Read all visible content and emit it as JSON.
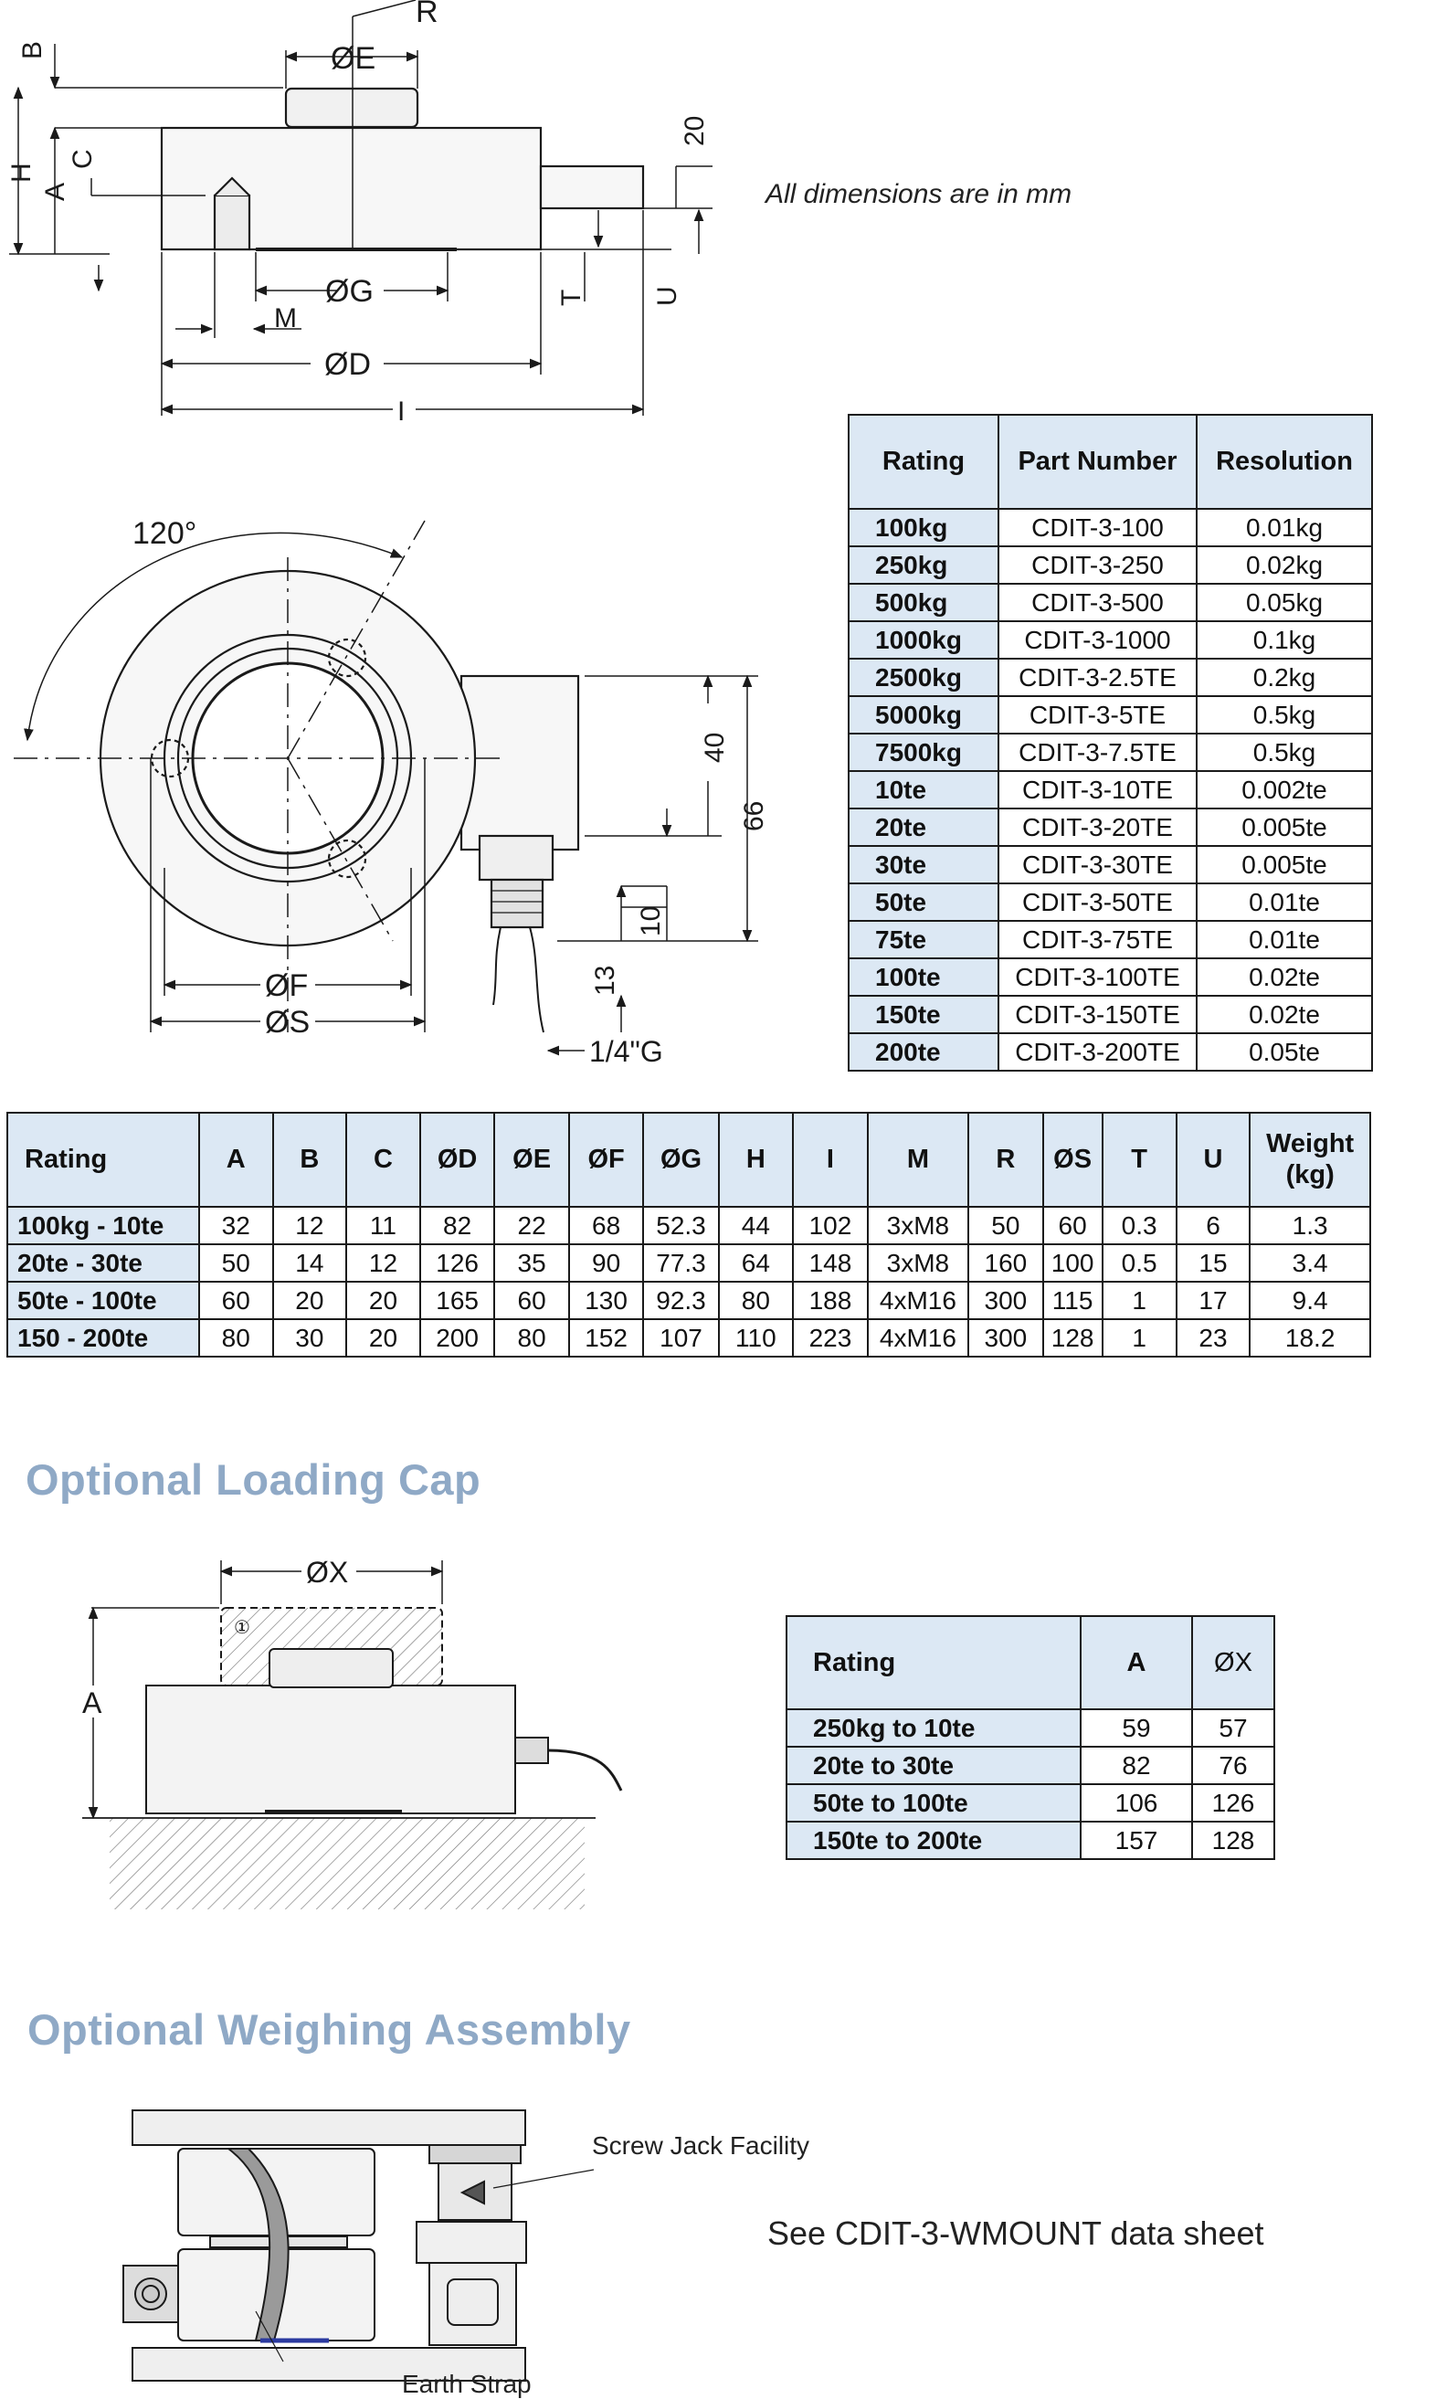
{
  "top_drawing": {
    "labels": {
      "B": "B",
      "R": "R",
      "E": "ØE",
      "H": "H",
      "A": "A",
      "C": "C",
      "dim20": "20",
      "G": "ØG",
      "M": "M",
      "T": "T",
      "U": "U",
      "D": "ØD",
      "I": "I"
    },
    "note": "All dimensions are in mm"
  },
  "plan_drawing": {
    "labels": {
      "angle": "120°",
      "dim40": "40",
      "dim66": "66",
      "dim10": "10",
      "dim13": "13",
      "F": "ØF",
      "S": "ØS",
      "thread": "1/4\"G"
    }
  },
  "resolution_table": {
    "headers": [
      "Rating",
      "Part Number",
      "Resolution"
    ],
    "rows": [
      [
        "100kg",
        "CDIT-3-100",
        "0.01kg"
      ],
      [
        "250kg",
        "CDIT-3-250",
        "0.02kg"
      ],
      [
        "500kg",
        "CDIT-3-500",
        "0.05kg"
      ],
      [
        "1000kg",
        "CDIT-3-1000",
        "0.1kg"
      ],
      [
        "2500kg",
        "CDIT-3-2.5TE",
        "0.2kg"
      ],
      [
        "5000kg",
        "CDIT-3-5TE",
        "0.5kg"
      ],
      [
        "7500kg",
        "CDIT-3-7.5TE",
        "0.5kg"
      ],
      [
        "10te",
        "CDIT-3-10TE",
        "0.002te"
      ],
      [
        "20te",
        "CDIT-3-20TE",
        "0.005te"
      ],
      [
        "30te",
        "CDIT-3-30TE",
        "0.005te"
      ],
      [
        "50te",
        "CDIT-3-50TE",
        "0.01te"
      ],
      [
        "75te",
        "CDIT-3-75TE",
        "0.01te"
      ],
      [
        "100te",
        "CDIT-3-100TE",
        "0.02te"
      ],
      [
        "150te",
        "CDIT-3-150TE",
        "0.02te"
      ],
      [
        "200te",
        "CDIT-3-200TE",
        "0.05te"
      ]
    ]
  },
  "dimension_table": {
    "headers": [
      "Rating",
      "A",
      "B",
      "C",
      "ØD",
      "ØE",
      "ØF",
      "ØG",
      "H",
      "I",
      "M",
      "R",
      "ØS",
      "T",
      "U",
      "Weight\n(kg)"
    ],
    "rows": [
      [
        "100kg - 10te",
        "32",
        "12",
        "11",
        "82",
        "22",
        "68",
        "52.3",
        "44",
        "102",
        "3xM8",
        "50",
        "60",
        "0.3",
        "6",
        "1.3"
      ],
      [
        "20te - 30te",
        "50",
        "14",
        "12",
        "126",
        "35",
        "90",
        "77.3",
        "64",
        "148",
        "3xM8",
        "160",
        "100",
        "0.5",
        "15",
        "3.4"
      ],
      [
        "50te - 100te",
        "60",
        "20",
        "20",
        "165",
        "60",
        "130",
        "92.3",
        "80",
        "188",
        "4xM16",
        "300",
        "115",
        "1",
        "17",
        "9.4"
      ],
      [
        "150 - 200te",
        "80",
        "30",
        "20",
        "200",
        "80",
        "152",
        "107",
        "110",
        "223",
        "4xM16",
        "300",
        "128",
        "1",
        "23",
        "18.2"
      ]
    ]
  },
  "loading_cap": {
    "title": "Optional Loading Cap",
    "labels": {
      "X": "ØX",
      "A": "A",
      "circle1": "①"
    },
    "table": {
      "headers": [
        "Rating",
        "A",
        "ØX"
      ],
      "rows": [
        [
          "250kg to 10te",
          "59",
          "57"
        ],
        [
          "20te to 30te",
          "82",
          "76"
        ],
        [
          "50te to 100te",
          "106",
          "126"
        ],
        [
          "150te to 200te",
          "157",
          "128"
        ]
      ]
    }
  },
  "weighing_assembly": {
    "title": "Optional Weighing Assembly",
    "screw_jack": "Screw Jack Facility",
    "earth_strap": "Earth Strap",
    "see_note": "See CDIT-3-WMOUNT data sheet"
  },
  "colors": {
    "header_fill": "#dce8f4",
    "title": "#8fa9c6",
    "line": "#1a1a1a"
  }
}
